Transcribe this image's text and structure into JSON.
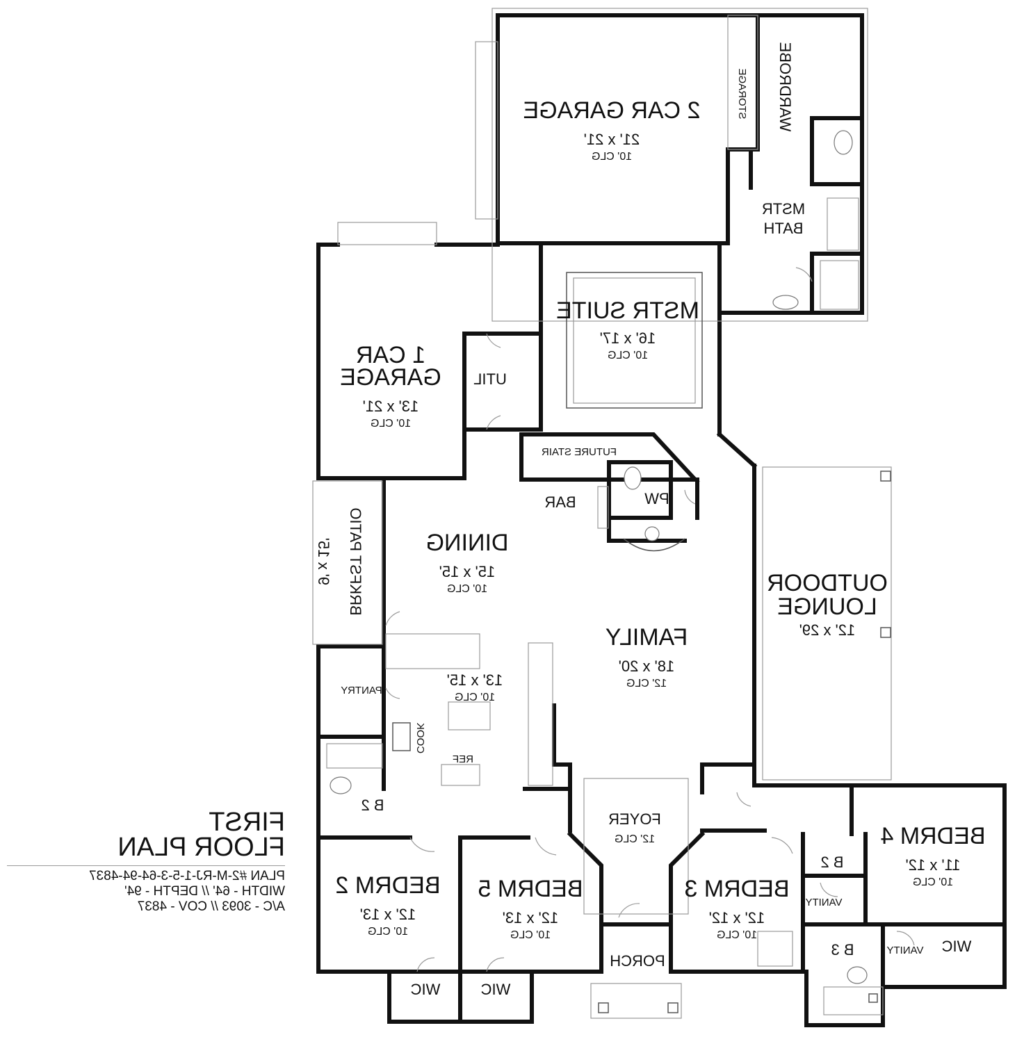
{
  "plan_info": {
    "title_line1": "FIRST",
    "title_line2": "FLOOR PLAN",
    "plan_number": "PLAN #2-M-RJ-1-5-3-64-94-4837",
    "dimensions": "WIDTH - 64' // DEPTH - 94'",
    "area": "A/C - 3093 // COV - 4837"
  },
  "rooms": {
    "garage2": {
      "name": "2 CAR GARAGE",
      "size": "21' x 21'",
      "clg": "10' CLG"
    },
    "storage": {
      "name": "STORAGE"
    },
    "wardrobe": {
      "name": "WARDROBE"
    },
    "mstr_bath": {
      "line1": "MSTR",
      "line2": "BATH"
    },
    "garage1": {
      "line1": "1 CAR",
      "line2": "GARAGE",
      "size": "13' x 21'",
      "clg": "10' CLG"
    },
    "util": {
      "name": "UTIL"
    },
    "mstr_suite": {
      "name": "MSTR SUITE",
      "size": "16' x 17'",
      "clg": "10' CLG"
    },
    "future_stair": {
      "name": "FUTURE STAIR"
    },
    "pw": {
      "name": "PW"
    },
    "bar": {
      "name": "BAR"
    },
    "bkfst_patio": {
      "name": "BRKFST PATIO",
      "size": "9' x 15'"
    },
    "dining": {
      "name": "DINING",
      "size": "15' x 15'",
      "clg": "10' CLG"
    },
    "kitchen": {
      "size": "13' x 15'",
      "clg": "10' CLG"
    },
    "pantry": {
      "name": "PANTRY"
    },
    "cook": {
      "name": "COOK"
    },
    "ref": {
      "name": "REF"
    },
    "family": {
      "name": "FAMILY",
      "size": "18' x 20'",
      "clg": "12' CLG"
    },
    "outdoor_lounge": {
      "line1": "OUTDOOR",
      "line2": "LOUNGE",
      "size": "12' x 29'"
    },
    "foyer": {
      "name": "FOYER",
      "clg": "12' CLG"
    },
    "b2_left": {
      "name": "B 2"
    },
    "bedrm2": {
      "name": "BEDRM 2",
      "size": "12' x 13'",
      "clg": "10' CLG"
    },
    "bedrm5": {
      "name": "BEDRM 5",
      "size": "12' x 13'",
      "clg": "10' CLG"
    },
    "porch": {
      "name": "PORCH"
    },
    "bedrm3": {
      "name": "BEDRM 3",
      "size": "12' x 12'",
      "clg": "10' CLG"
    },
    "bedrm4": {
      "name": "BEDRM 4",
      "size": "11' x 12'",
      "clg": "10' CLG"
    },
    "b2_right": {
      "name": "B 2"
    },
    "vanity1": {
      "name": "VANITY"
    },
    "vanity2": {
      "name": "VANITY"
    },
    "b3": {
      "name": "B 3"
    },
    "wic_right": {
      "name": "WIC"
    },
    "wic_left1": {
      "name": "WIC"
    },
    "wic_left2": {
      "name": "WIC"
    }
  }
}
